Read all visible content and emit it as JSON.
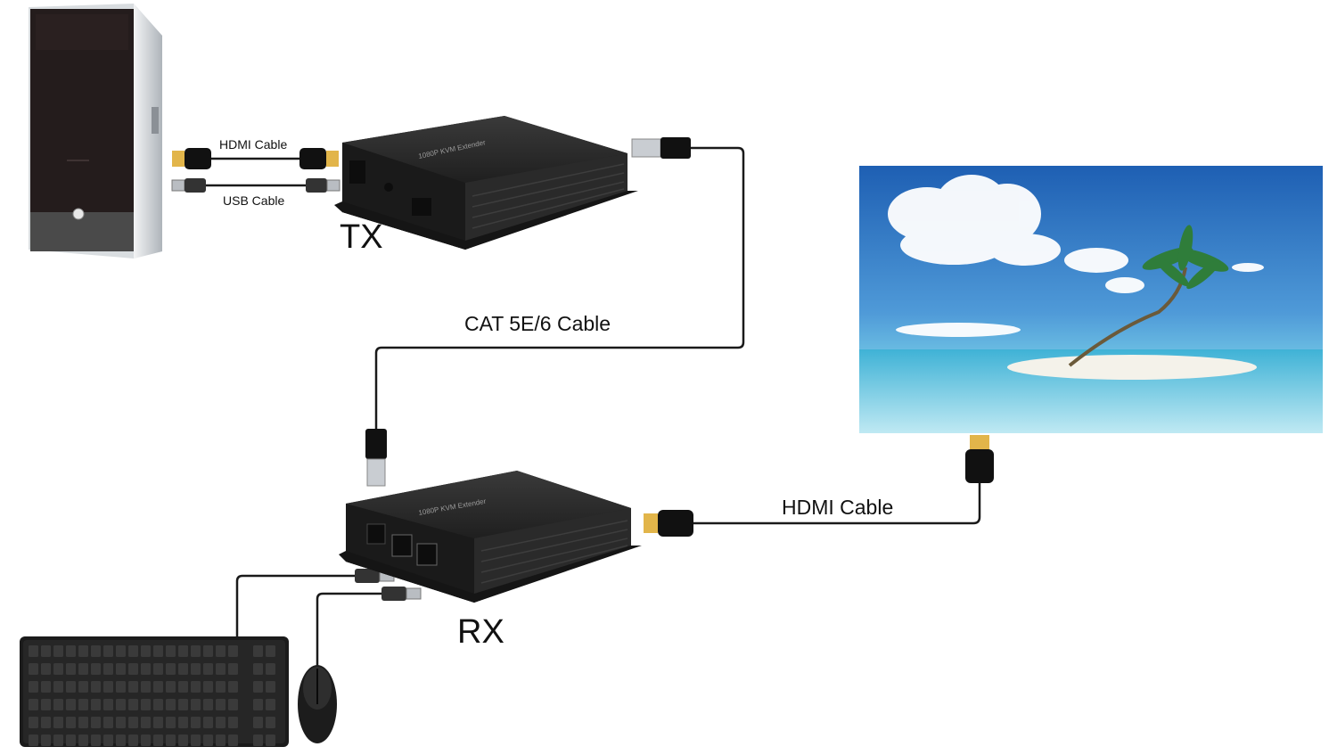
{
  "labels": {
    "tx": "TX",
    "rx": "RX",
    "hdmi_cable_top": "HDMI Cable",
    "usb_cable_top": "USB Cable",
    "cat_cable": "CAT 5E/6 Cable",
    "hdmi_cable_bottom": "HDMI Cable"
  },
  "colors": {
    "cable": "#1a1a1a",
    "device_body": "#262626",
    "pc_front": "#241c1c",
    "pc_side": "#d9dde0",
    "sky_top": "#1f63b8",
    "sea": "#8fd7ea",
    "connector_gold": "#e2b54a"
  },
  "icons": [
    "pc-tower-icon",
    "tx-box-icon",
    "rx-box-icon",
    "monitor-icon",
    "keyboard-icon",
    "mouse-icon",
    "hdmi-plug-icon",
    "usb-plug-icon",
    "rj45-plug-icon"
  ]
}
